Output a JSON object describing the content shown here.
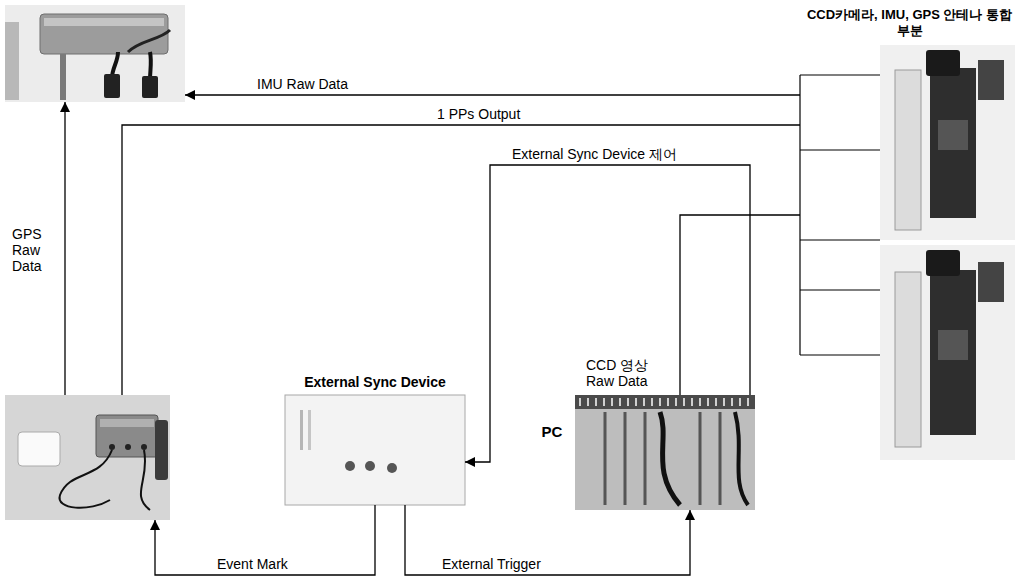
{
  "diagram": {
    "nodes": [
      {
        "text": []
      },
      {
        "text": [
          "CCD카메라, IMU, GPS 안테나 통합부분"
        ]
      },
      {
        "text": []
      },
      {
        "text": [
          "External Sync Device"
        ]
      },
      {
        "text": [
          "PC"
        ]
      }
    ],
    "edges": [
      {
        "from": 1,
        "to": 0,
        "arrow": "to",
        "label": "IMU Raw Data"
      },
      {
        "from": 2,
        "to": 1,
        "arrow": "none",
        "label": "1 PPs Output"
      },
      {
        "from": 2,
        "to": 0,
        "arrow": "to",
        "label": "GPS Raw Data"
      },
      {
        "from": 4,
        "to": 3,
        "arrow": "to",
        "label": "External Sync Device 제어"
      },
      {
        "from": 1,
        "to": 4,
        "arrow": "none",
        "label": "CCD 영상 Raw Data"
      },
      {
        "from": 3,
        "to": 2,
        "arrow": "to",
        "label": "Event Mark"
      },
      {
        "from": 3,
        "to": 4,
        "arrow": "to",
        "label": "External Trigger"
      }
    ]
  }
}
